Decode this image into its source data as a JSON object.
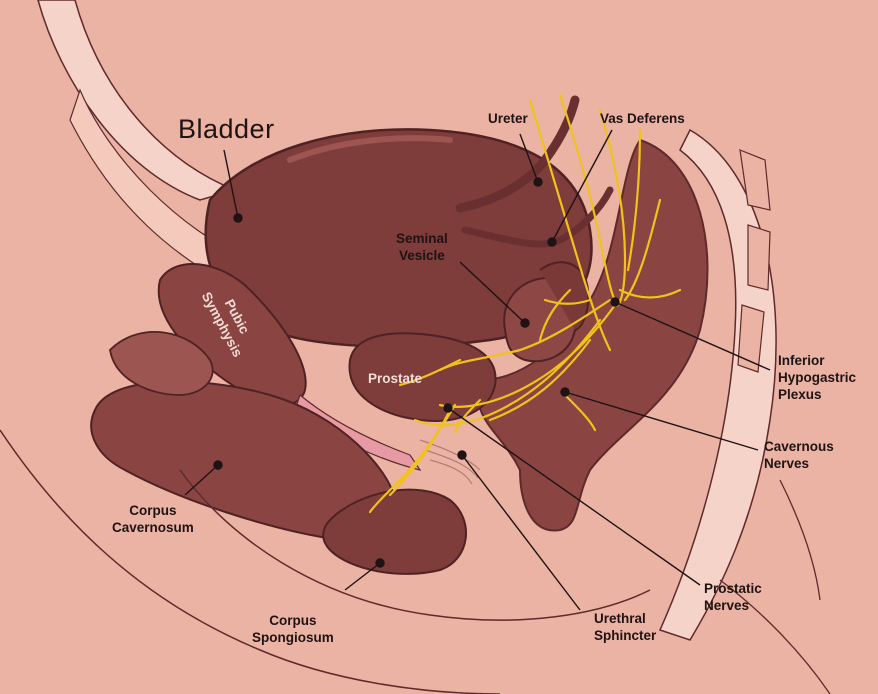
{
  "colors": {
    "background": "#eab3a3",
    "organ": "#7e3c3a",
    "organ_dark": "#5e2a2b",
    "organ_light": "#9d5552",
    "tissue": "#f6d3c8",
    "nerve": "#f1c21b",
    "pink_channel": "#e79aa4",
    "line": "#1f1314"
  },
  "labels": {
    "bladder": "Bladder",
    "ureter": "Ureter",
    "vas_deferens": "Vas Deferens",
    "seminal_vesicle": [
      "Seminal",
      "Vesicle"
    ],
    "pubic_symphysis": [
      "Pubic",
      "Symphysis"
    ],
    "prostate": "Prostate",
    "inferior_hypogastric_plexus": [
      "Inferior",
      "Hypogastric",
      "Plexus"
    ],
    "cavernous_nerves": [
      "Cavernous",
      "Nerves"
    ],
    "corpus_cavernosum": [
      "Corpus",
      "Cavernosum"
    ],
    "corpus_spongiosum": [
      "Corpus",
      "Spongiosum"
    ],
    "urethral_sphincter": [
      "Urethral",
      "Sphincter"
    ],
    "prostatic_nerves": [
      "Prostatic",
      "Nerves"
    ]
  }
}
